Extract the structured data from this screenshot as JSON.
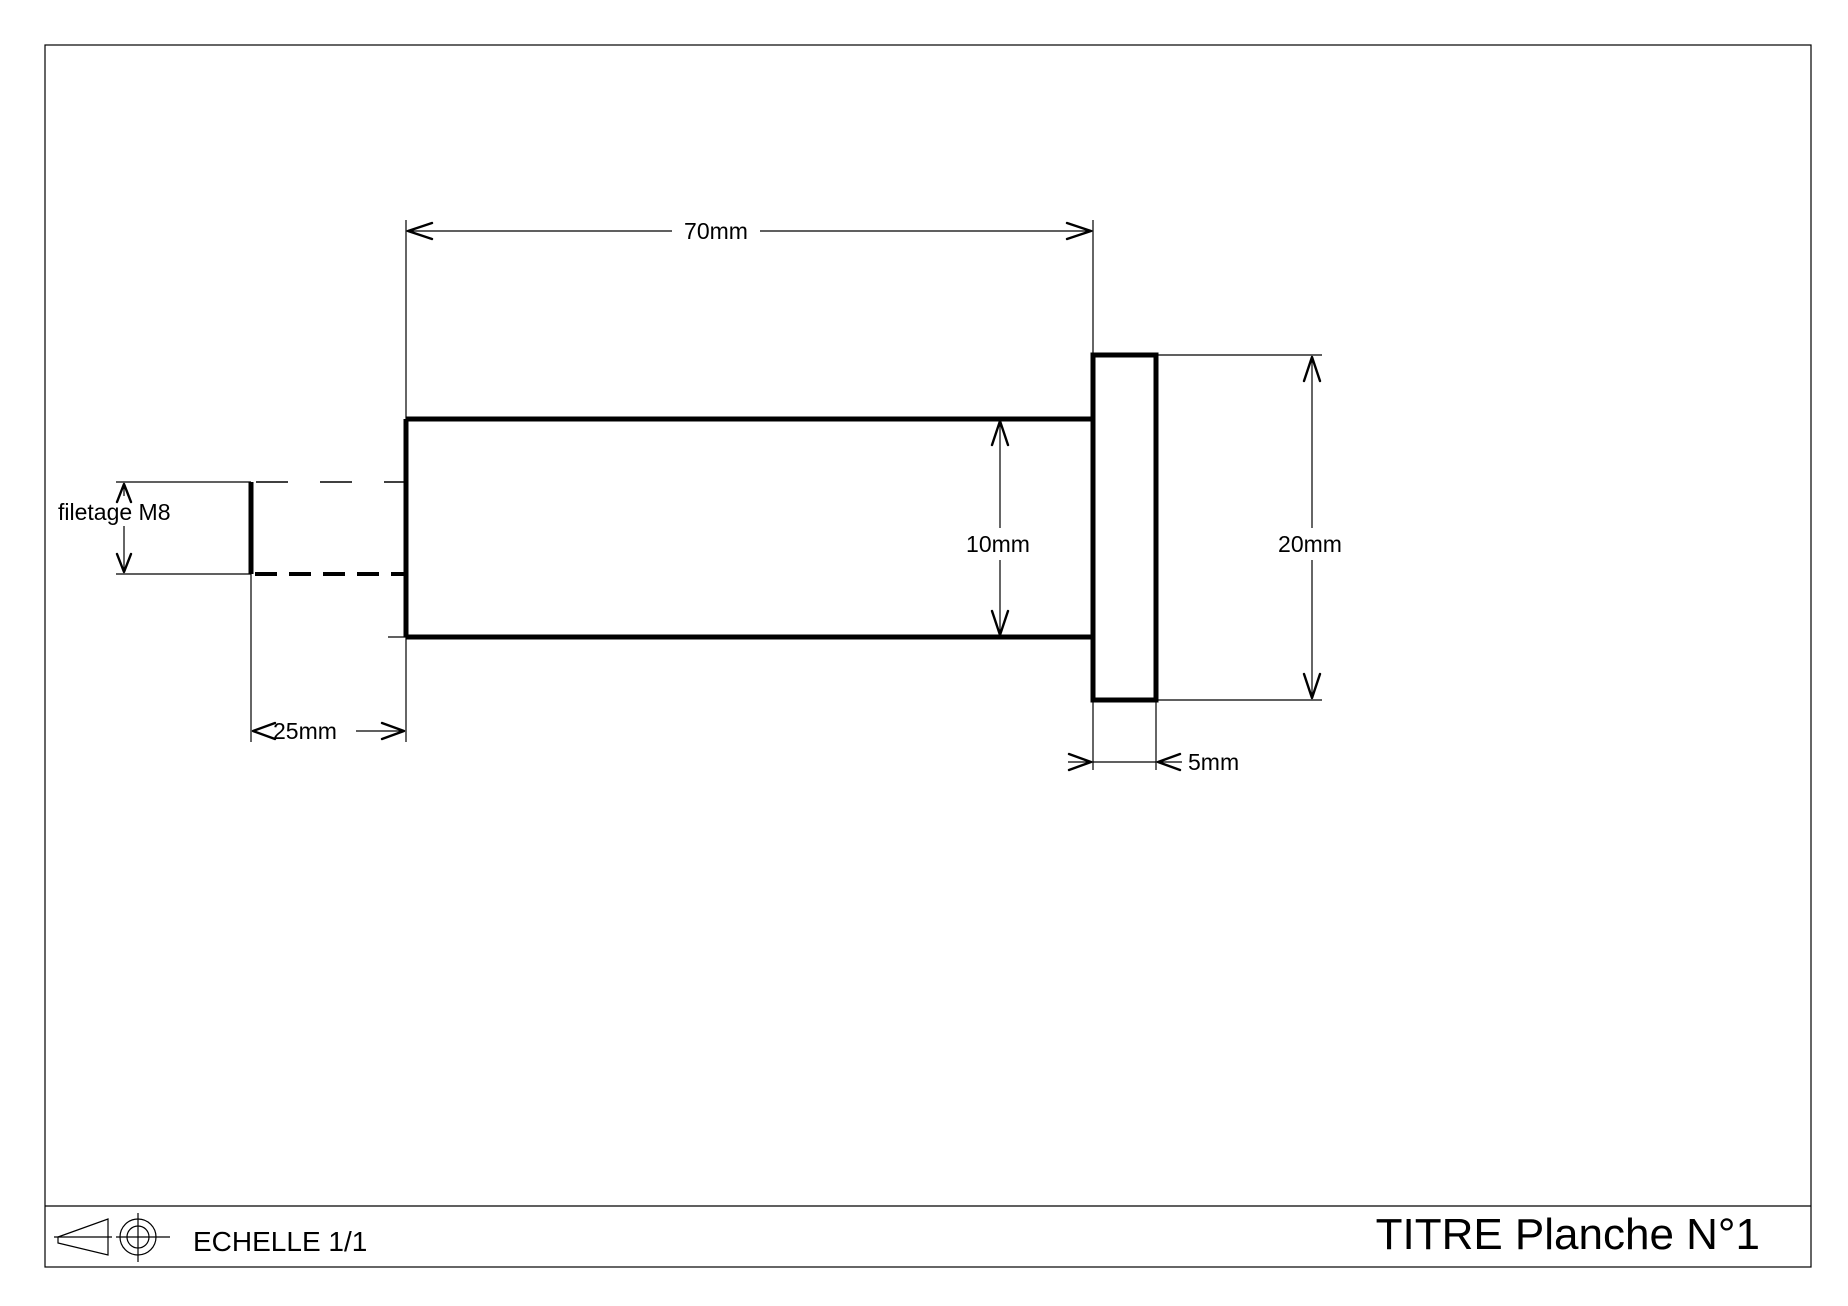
{
  "drawing": {
    "dimensions": {
      "length_total": "70mm",
      "shaft_diameter": "10mm",
      "head_diameter": "20mm",
      "head_thickness": "5mm",
      "thread_length": "25mm",
      "thread_label": "filetage M8"
    }
  },
  "title_block": {
    "scale_label": "ECHELLE 1/1",
    "title": "TITRE Planche N°1",
    "projection_symbol": "first-angle-projection-icon"
  }
}
